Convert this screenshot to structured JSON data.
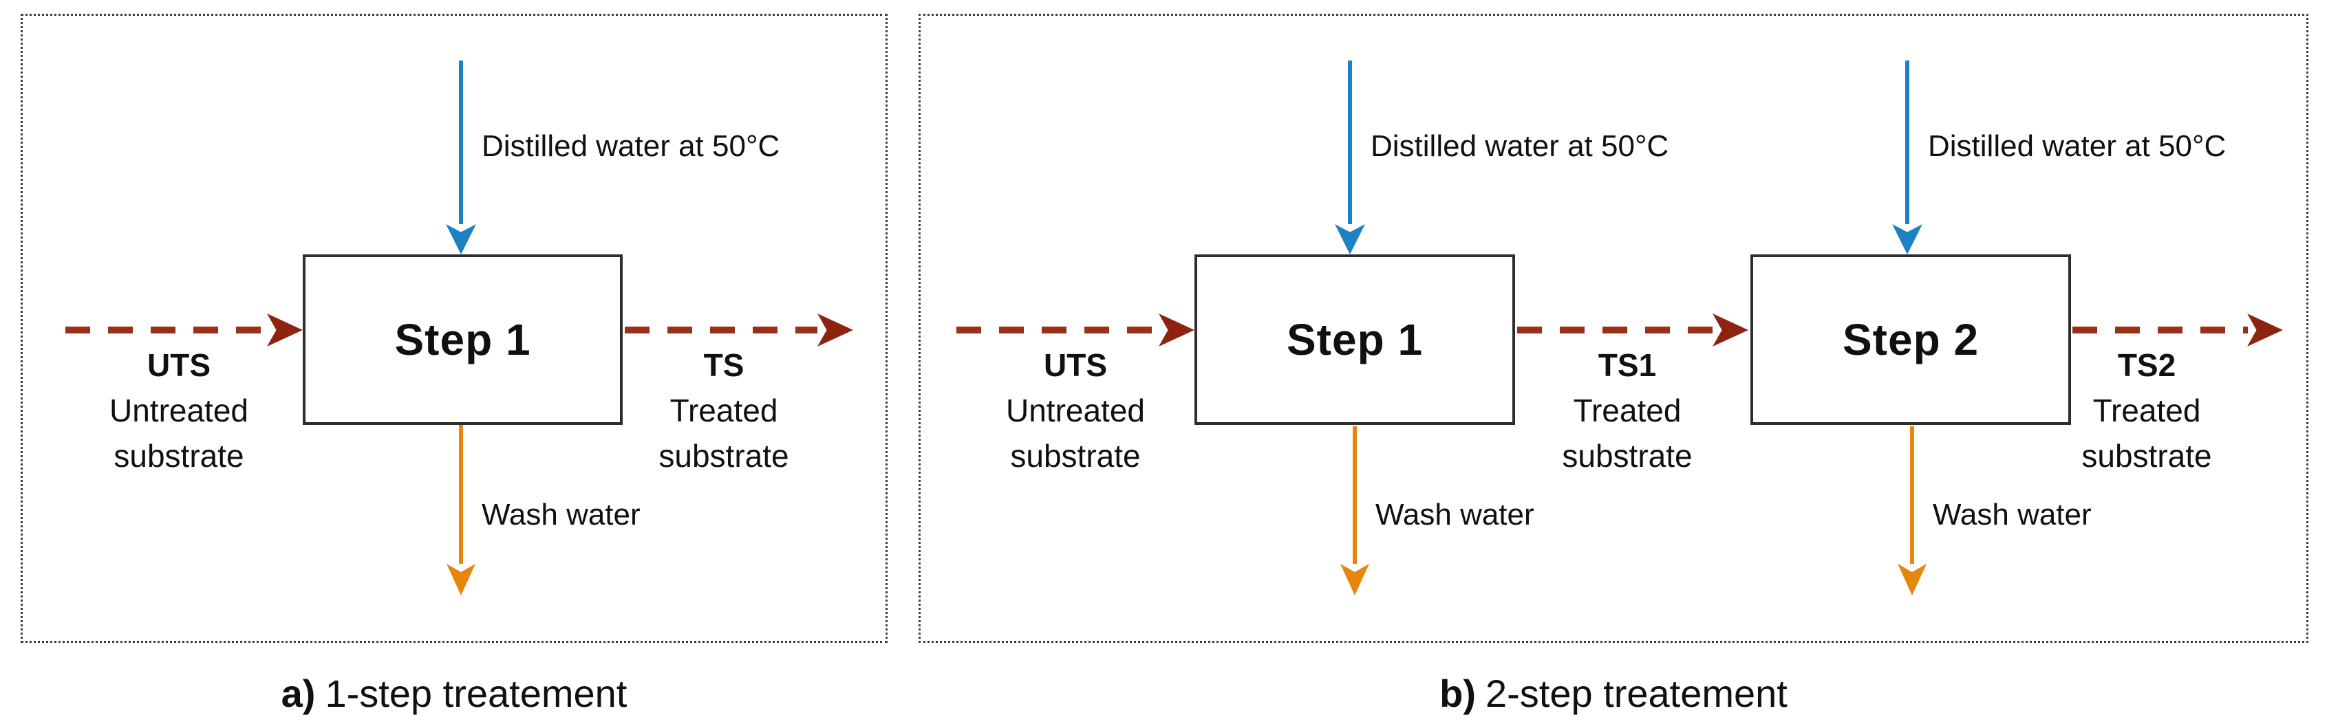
{
  "colors": {
    "substrate_line": "#9e2f17",
    "substrate_head": "#8e2410",
    "water_in": "#1d81c4",
    "water_out": "#e6860d"
  },
  "panel_a": {
    "caption": {
      "prefix": "a)",
      "text": "1-step treatement"
    },
    "box1": "Step 1",
    "water_in": "Distilled water at 50°C",
    "water_out": "Wash water",
    "input": {
      "code": "UTS",
      "line1": "Untreated",
      "line2": "substrate"
    },
    "output": {
      "code": "TS",
      "line1": "Treated",
      "line2": "substrate"
    }
  },
  "panel_b": {
    "caption": {
      "prefix": "b)",
      "text": "2-step treatement"
    },
    "box1": "Step 1",
    "box2": "Step 2",
    "water_in_1": "Distilled water at 50°C",
    "water_in_2": "Distilled water at 50°C",
    "water_out_1": "Wash water",
    "water_out_2": "Wash water",
    "input": {
      "code": "UTS",
      "line1": "Untreated",
      "line2": "substrate"
    },
    "mid": {
      "code": "TS1",
      "line1": "Treated",
      "line2": "substrate"
    },
    "output": {
      "code": "TS2",
      "line1": "Treated",
      "line2": "substrate"
    }
  }
}
